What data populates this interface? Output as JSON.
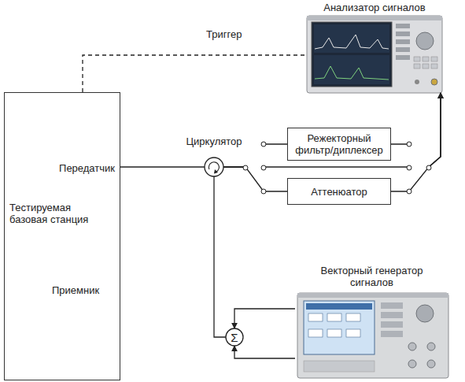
{
  "diagram": {
    "nodes": [
      {
        "text": [
          "Передатчик",
          "Тестируемая базовая станция",
          "Приемник"
        ]
      },
      {
        "text": [
          "Анализатор сигналов"
        ]
      },
      {
        "text": [
          "Циркулятор"
        ]
      },
      {
        "text": [
          "Режекторный фильтр/диплексер"
        ]
      },
      {
        "text": [
          "Аттенюатор"
        ]
      },
      {
        "text": [
          "Векторный генератор сигналов"
        ]
      },
      {
        "text": [
          "Σ"
        ]
      }
    ],
    "edges": [
      {
        "from": 0,
        "to": 1,
        "label": "Триггер",
        "arrow": "none"
      },
      {
        "from": 0,
        "to": 2,
        "arrow": "none"
      },
      {
        "from": 2,
        "to": 3,
        "arrow": "none"
      },
      {
        "from": 2,
        "to": 1,
        "arrow": "to"
      },
      {
        "from": 2,
        "to": 4,
        "arrow": "none"
      },
      {
        "from": 3,
        "to": 1,
        "arrow": "to"
      },
      {
        "from": 4,
        "to": 1,
        "arrow": "to"
      },
      {
        "from": 6,
        "to": 2,
        "arrow": "none"
      },
      {
        "from": 5,
        "to": 6,
        "arrow": "to"
      },
      {
        "from": 5,
        "to": 6,
        "arrow": "to"
      }
    ]
  }
}
